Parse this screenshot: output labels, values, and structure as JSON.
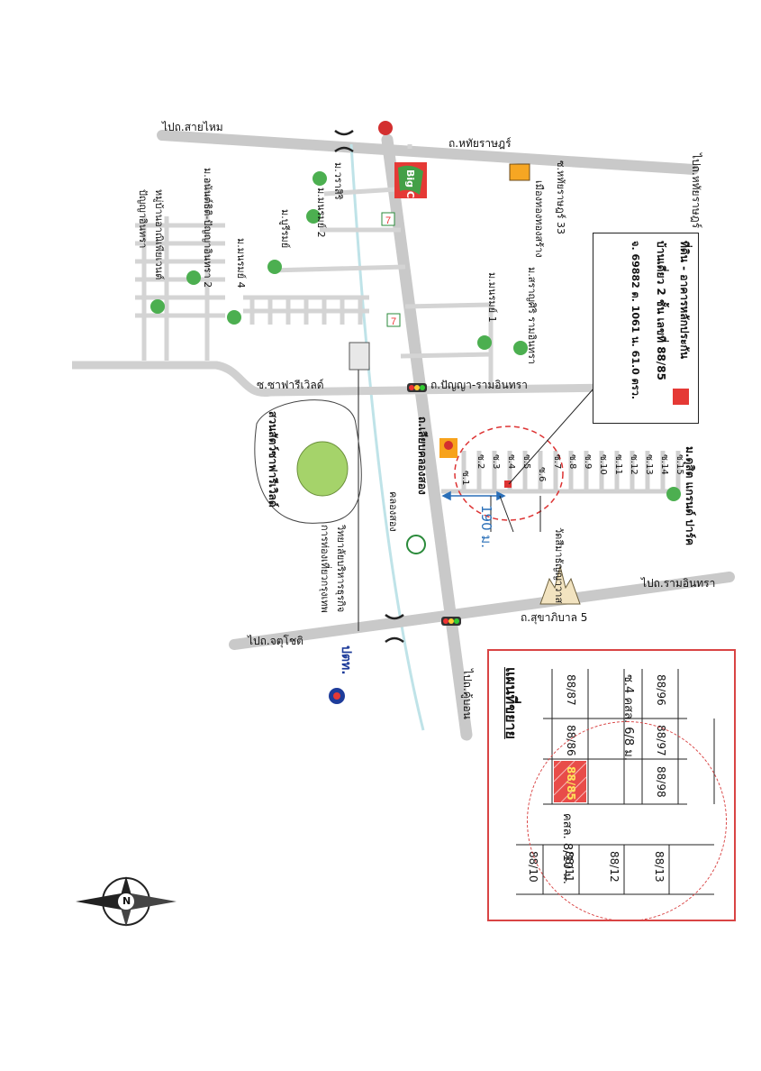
{
  "roads": {
    "to_sai_mai": "ไปถ.สายไหม",
    "hathai_rat": "ถ.หทัยราษฎร์",
    "to_hathai_rat_end": "ไปถ.หทัยราษฎร์",
    "hathai_rat_33": "ซ.หทัยราษฎร์ 33",
    "safari_world": "ซ.ซาฟารีเวิลด์",
    "panya_ramintra": "ถ.ปัญญา-รามอินทรา",
    "liap_khlong_song": "ถ.เลียบคลองสอง",
    "to_ramintra": "ไปถ.รามอินทรา",
    "to_chatuchot": "ไปถ.จตุโชติ",
    "to_khu_bon": "ไปถ.คู้บอน",
    "khlong_song": "คลองสอง",
    "sukhaphiban5": "ถ.สุขาภิบาล 5",
    "distance": "190 ม."
  },
  "places": {
    "big_c": "Big C",
    "mueang_thong": "เมืองทองทองสร้าง",
    "warasiri": "ม.วราสิริ",
    "monrom2": "ม.มนรมย์ 2",
    "surom": "ม.บูรีรมย์",
    "monrom4": "ม.มนรมย์ 4",
    "ananthiti": "ม.อนันต์ธิติ-ปัญญาอินทรา 2",
    "mooban_panya": "หมู่บ้านอาณิเพียเวนต์ ปัญญาอินทรา",
    "monrom1": "ม.มนรมย์ 1",
    "saranpatsiri": "ม.สราญศิริ รามอินทรา",
    "safari_park": "สวนสัตว์ซาฟารีเวิลด์",
    "college": "วิทยาลัยบริหารธุรกิจ การท่องเที่ยวกรุงเทพ",
    "temple": "วัดสีมาธัญญาวาส",
    "dusit_grand": "ม.ดุสิต แกรนด์ ปาร์ค",
    "ptt": "ปตท.",
    "compass_n": "N"
  },
  "sois": [
    "ซ.1",
    "ซ.2",
    "ซ.3",
    "ซ.4",
    "ซ.5",
    "ซ.6",
    "ซ.7",
    "ซ.8",
    "ซ.9",
    "ซ.10",
    "ซ.11",
    "ซ.12",
    "ซ.13",
    "ซ.14",
    "ซ.15"
  ],
  "legend": {
    "title": "ที่ดิน - อาคารหลักประกัน",
    "line1": "บ้านเดี่ยว 2 ชั้น  เลขที่ 88/85",
    "line2": "จ. 69882  ต. 1061  น. 61.0 ตรว."
  },
  "inset": {
    "title": "แผนที่ขยาย",
    "road_a": "ซ.4  คสล. 6/8 ม.",
    "road_b": "คสล. 8/10 ม.",
    "highlight": "88/85",
    "plots_top": [
      "88/87",
      "88/86",
      "88/85"
    ],
    "plots_mid": [
      "88/96",
      "88/97",
      "88/98"
    ],
    "plots_bottom": [
      "88/10",
      "88/11",
      "88/12",
      "88/13"
    ],
    "accent": "#e03a3a"
  }
}
